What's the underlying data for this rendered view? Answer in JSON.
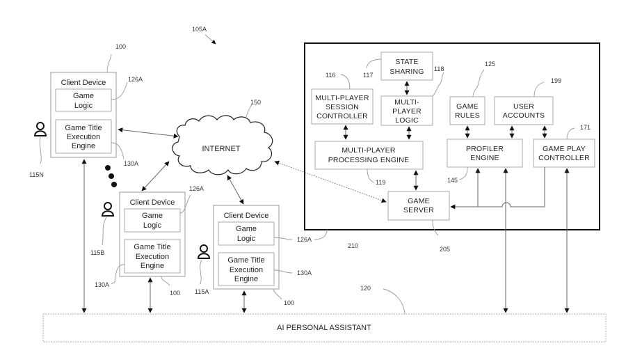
{
  "figure_ref": "105A",
  "internet": {
    "label": "INTERNET",
    "ref": "150"
  },
  "clients": [
    {
      "title": "Client Device",
      "game_logic": [
        "Game",
        "Logic"
      ],
      "engine": [
        "Game Title",
        "Execution",
        "Engine"
      ],
      "refs": {
        "device": "100",
        "logic": "126A",
        "engine": "130A",
        "user": "115N"
      }
    },
    {
      "title": "Client Device",
      "game_logic": [
        "Game",
        "Logic"
      ],
      "engine": [
        "Game Title",
        "Execution",
        "Engine"
      ],
      "refs": {
        "device": "100",
        "logic": "126A",
        "engine": "130A",
        "user": "115B"
      }
    },
    {
      "title": "Client Device",
      "game_logic": [
        "Game",
        "Logic"
      ],
      "engine": [
        "Game Title",
        "Execution",
        "Engine"
      ],
      "refs": {
        "device": "100",
        "logic": "126A",
        "engine": "130A",
        "user": "115A"
      }
    }
  ],
  "server_system": {
    "ref": "210",
    "state_sharing": {
      "lines": [
        "STATE",
        "SHARING"
      ],
      "ref": "117"
    },
    "session_controller": {
      "lines": [
        "MULTI-PLAYER",
        "SESSION",
        "CONTROLLER"
      ],
      "ref": "116"
    },
    "player_logic": {
      "lines": [
        "MULTI-",
        "PLAYER",
        "LOGIC"
      ],
      "ref": "118"
    },
    "processing_engine": {
      "lines": [
        "MULTI-PLAYER",
        "PROCESSING ENGINE"
      ],
      "ref": "119"
    },
    "game_rules": {
      "lines": [
        "GAME",
        "RULES"
      ],
      "ref": "125"
    },
    "user_accounts": {
      "lines": [
        "USER",
        "ACCOUNTS"
      ],
      "ref": "199"
    },
    "profiler_engine": {
      "lines": [
        "PROFILER",
        "ENGINE"
      ],
      "ref": "145"
    },
    "game_play_controller": {
      "lines": [
        "GAME PLAY",
        "CONTROLLER"
      ],
      "ref": "171"
    },
    "game_server": {
      "lines": [
        "GAME",
        "SERVER"
      ],
      "ref": "205"
    }
  },
  "assistant": {
    "label": "AI PERSONAL ASSISTANT",
    "ref": "120"
  }
}
